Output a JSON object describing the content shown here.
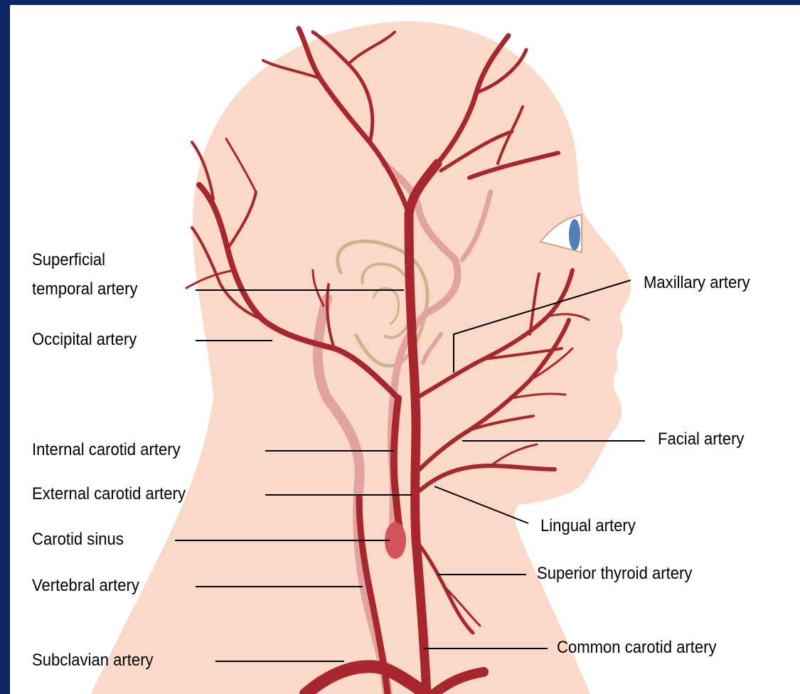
{
  "colors": {
    "frame": "#0b2763",
    "skin": "#fbd9c8",
    "artery": "#a8262e",
    "artery_faint": "#e2a3a0",
    "ear": "#cfb38b",
    "sinus": "#d2535a",
    "eye_iris": "#4f7fb3",
    "leader": "#000000"
  },
  "labels": {
    "superficial_temporal_1": "Superficial",
    "superficial_temporal_2": "temporal artery",
    "occipital": "Occipital artery",
    "internal_carotid": "Internal carotid artery",
    "external_carotid": "External carotid artery",
    "carotid_sinus": "Carotid sinus",
    "vertebral": "Vertebral artery",
    "subclavian": "Subclavian artery",
    "maxillary": "Maxillary artery",
    "facial": "Facial artery",
    "lingual": "Lingual artery",
    "superior_thyroid": "Superior thyroid artery",
    "common_carotid": "Common carotid artery"
  }
}
